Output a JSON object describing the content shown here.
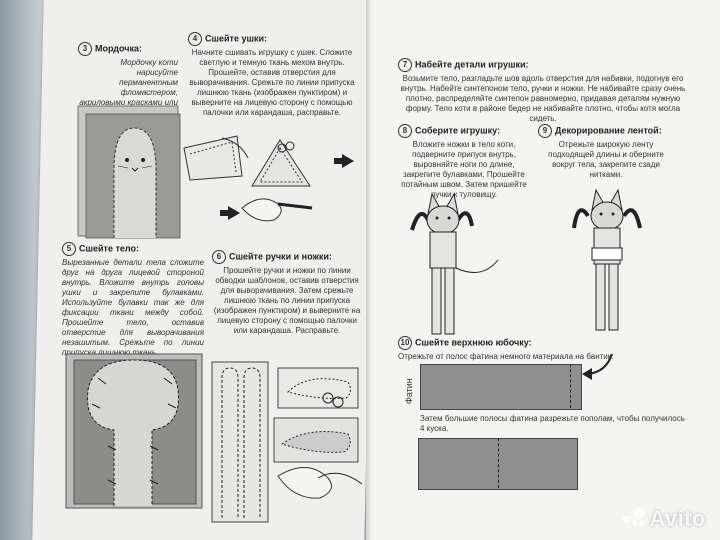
{
  "steps": {
    "s3": {
      "num": "3",
      "title": "Мордочка:",
      "body": "Мордочку коти нарисуйте перманентным фломастером, акриловыми красками или вышейте темными нитками."
    },
    "s4": {
      "num": "4",
      "title": "Сшейте ушки:",
      "body": "Начните сшивать игрушку с ушек. Сложите светлую и темную ткань мехом внутрь. Прошейте, оставив отверстия для выворачивания. Срежьте по линии припуска лишнюю ткань (изображен пунктиром) и выверните на лицевую сторону с помощью палочки или карандаша, расправьте."
    },
    "s5": {
      "num": "5",
      "title": "Сшейте тело:",
      "body": "Вырезанные детали тела сложите друг на друга лицевой стороной внутрь. Вложите внутрь головы ушки и закрепите булавками. Используйте булавки так же для фиксации ткани между собой. Прошейте тело, оставив отверстие для выворачивания незашитым. Срежьте по линии припуска лишнюю ткань."
    },
    "s6": {
      "num": "6",
      "title": "Сшейте ручки и ножки:",
      "body": "Прошейте ручки и ножки по линии обводки шаблонов, оставив отверстия для выворачивания. Затем срежьте лишнюю ткань по линии припуска (изображен пунктиром) и выверните на лицевую сторону с помощью палочки или карандаша. Расправьте."
    },
    "s7": {
      "num": "7",
      "title": "Набейте детали игрушки:",
      "body": "Возьмите тело, разгладьте шов вдоль отверстия для набивки, подогнув его внутрь. Набейте синтепоном тело, ручки и ножки. Не набивайте сразу очень плотно, распределяйте синтепон равномерно, придавая деталям нужную форму. Тело коти в районе бедер не набивайте плотно, чтобы котя могла сидеть."
    },
    "s8": {
      "num": "8",
      "title": "Соберите игрушку:",
      "body": "Вложите ножки в тело коти, подверните припуск внутрь, выровняйте ноги по длине, закрепите булавками. Прошейте потайным швом. Затем пришейте ручки к туловищу."
    },
    "s9": {
      "num": "9",
      "title": "Декорирование лентой:",
      "body": "Отрежьте широкую ленту подходящей длины и оберните вокруг тела, закрепите сзади нитками."
    },
    "s10": {
      "num": "10",
      "title": "Сшейте верхнюю юбочку:",
      "body": "Отрежьте от полос фатина немного материала на бантик."
    },
    "s10b": {
      "body": "Затем большие полосы фатина разрежьте пополам, чтобы получилось 4 куска."
    }
  },
  "tulle_label": "Фатин",
  "watermark": "Avito",
  "colors": {
    "ink": "#222222",
    "paper": "#f4f4f2",
    "fabric": "#8f8f8f"
  }
}
